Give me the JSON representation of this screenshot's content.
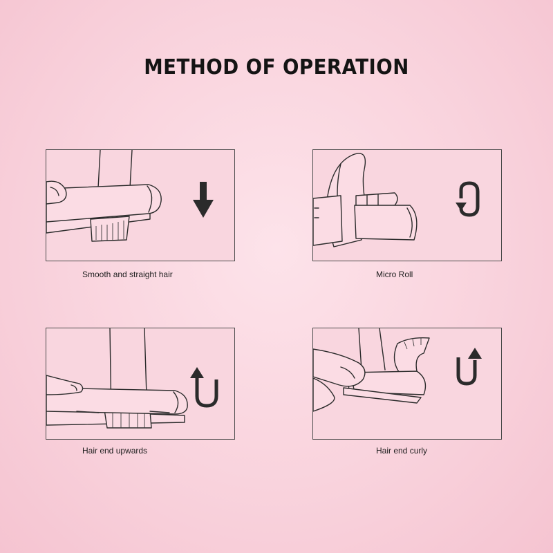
{
  "title": "METHOD OF OPERATION",
  "steps": [
    {
      "caption": "Smooth and straight hair",
      "icon": "arrow-down-icon"
    },
    {
      "caption": "Micro Roll",
      "icon": "rotate-loop-icon"
    },
    {
      "caption": "Hair end upwards",
      "icon": "u-turn-up-left-icon"
    },
    {
      "caption": "Hair end curly",
      "icon": "u-turn-up-right-icon"
    }
  ]
}
